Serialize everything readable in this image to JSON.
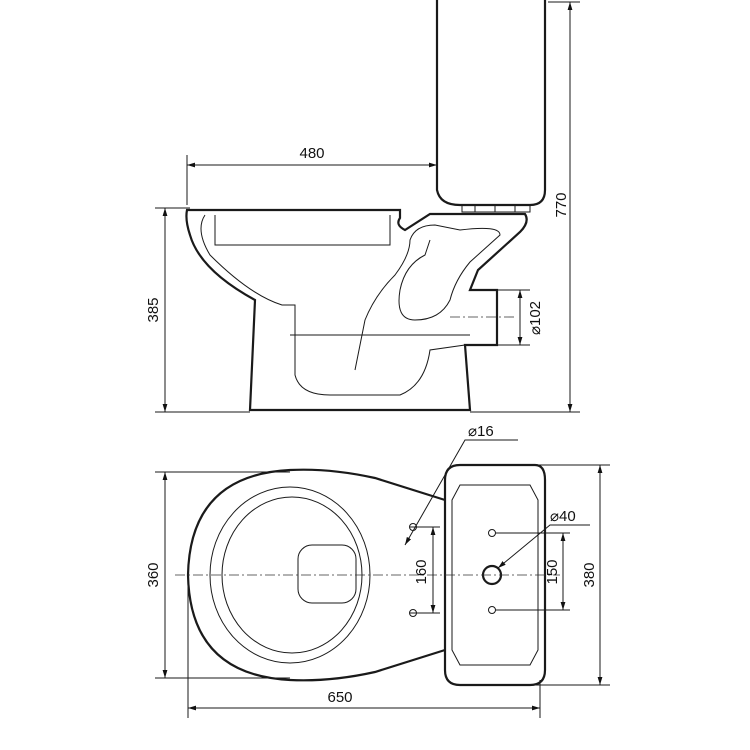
{
  "title": "Toilet technical drawing",
  "side_view": {
    "seat_depth": "480",
    "bowl_height": "385",
    "total_height": "770",
    "outlet_diameter": "⌀102"
  },
  "top_view": {
    "bolt_hole_diameter": "⌀16",
    "tank_hole_diameter": "⌀40",
    "bowl_width": "360",
    "bolt_spacing": "160",
    "tank_hole_spacing": "150",
    "tank_width": "380",
    "total_length": "650"
  }
}
